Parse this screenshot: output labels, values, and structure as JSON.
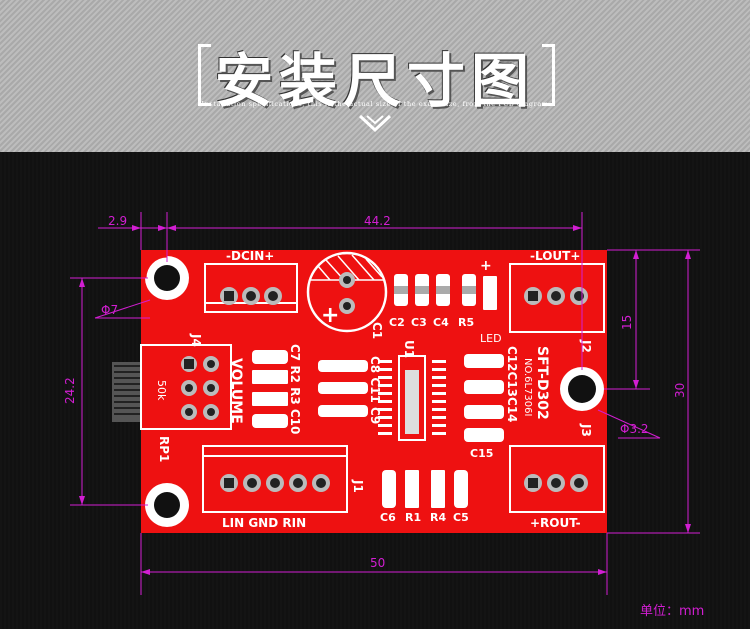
{
  "header": {
    "title": "安装尺寸图",
    "subtitle": "Installation specifications, this is the actual size of the exact size, from the PCB diagram"
  },
  "dimensions": {
    "left_margin": "2.9",
    "top_width": "44.2",
    "hole_diameter": "Φ7",
    "left_height": "24.2",
    "right_partial": "15",
    "right_height": "30",
    "small_hole": "Φ3.2",
    "bottom_width": "50"
  },
  "unit_label": "单位：mm",
  "pcb": {
    "connectors": {
      "dcin": "-DCIN+",
      "dcin_ref": "J4",
      "lout": "-LOUT+",
      "lout_ref": "J2",
      "rout": "+ROUT-",
      "rout_ref": "J3",
      "j1_ref": "J1",
      "j1_pins": "LIN GND RIN"
    },
    "volume": {
      "label": "VOLUME",
      "value": "50k",
      "ref": "RP1"
    },
    "capacitor_main": "C1",
    "ic": "U1",
    "board_name": "SFT-D302",
    "board_no": "NO.6L7306I",
    "led": "LED",
    "plus": "+",
    "components": {
      "c2": "C2",
      "c3": "C3",
      "c4": "C4",
      "r5": "R5",
      "c7r2r3c10": "C7 R2 R3 C10",
      "c8c11c9": "C8 C11 C9",
      "c12c13c14": "C12C13C14",
      "c15": "C15",
      "c6": "C6",
      "r1": "R1",
      "r4": "R4",
      "c5": "C5"
    }
  },
  "colors": {
    "pcb": "#ee1111",
    "dimension": "#d21ed2",
    "silk": "#ffffff"
  }
}
